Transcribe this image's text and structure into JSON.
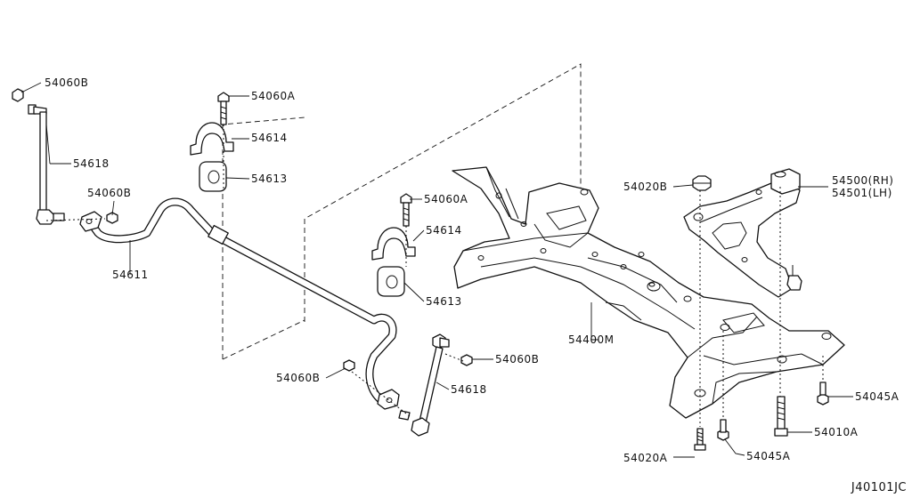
{
  "labels": {
    "l01": "54060B",
    "l02": "54618",
    "l03": "54060B",
    "l04": "54611",
    "l05": "54060A",
    "l06": "54614",
    "l07": "54613",
    "l08": "54060A",
    "l09": "54614",
    "l10": "54613",
    "l11": "54060B",
    "l12": "54060B",
    "l13": "54618",
    "l14": "54400M",
    "l15": "54020B",
    "l16": "54500(RH)",
    "l17": "54501(LH)",
    "l18": "54045A",
    "l19": "54010A",
    "l20": "54045A",
    "l21": "54020A"
  },
  "diagram_code": "J40101JC"
}
